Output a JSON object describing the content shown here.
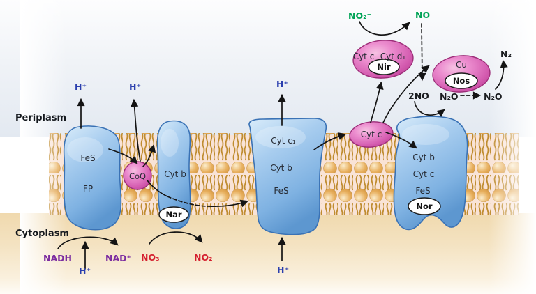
{
  "regions": {
    "periplasm": "Periplasm",
    "cytoplasm": "Cytoplasm"
  },
  "labels": {
    "h_plus": "H⁺",
    "nadh": "NADH",
    "nad_plus": "NAD⁺",
    "no3": "NO₃⁻",
    "no2": "NO₂⁻",
    "no2_periplasm": "NO₂⁻",
    "no": "NO",
    "two_no": "2NO",
    "n2o": "N₂O",
    "n2o_product": "N₂O",
    "n2": "N₂"
  },
  "complexes": {
    "ndh": {
      "subunit_top": "FeS",
      "subunit_bottom": "FP"
    },
    "nar": {
      "subunit": "Cyt b",
      "enzyme": "Nar"
    },
    "coq": {
      "label": "CoQ"
    },
    "bc1": {
      "subunit_top": "Cyt c₁",
      "subunit_mid": "Cyt b",
      "subunit_bottom": "FeS"
    },
    "cyt_c": {
      "label": "Cyt c"
    },
    "nir": {
      "subunit_left": "Cyt c",
      "subunit_right": "Cyt d₁",
      "enzyme": "Nir"
    },
    "nos": {
      "metal": "Cu",
      "enzyme": "Nos"
    },
    "nor": {
      "subunit_top": "Cyt b",
      "subunit_mid": "Cyt c",
      "subunit_bottom": "FeS",
      "enzyme": "Nor"
    }
  },
  "colors": {
    "proton_text": "#2b3fae",
    "nadh_text": "#7c2da0",
    "nitrate_text": "#d41e2e",
    "gas_text_green": "#00a356",
    "complex_blue": "#7fb2e2",
    "carrier_pink": "#d45cb0",
    "lipid_head": "#e2a855",
    "periplasm_bg": "#e3e9f1",
    "cytoplasm_bg": "#f0d9ae"
  }
}
